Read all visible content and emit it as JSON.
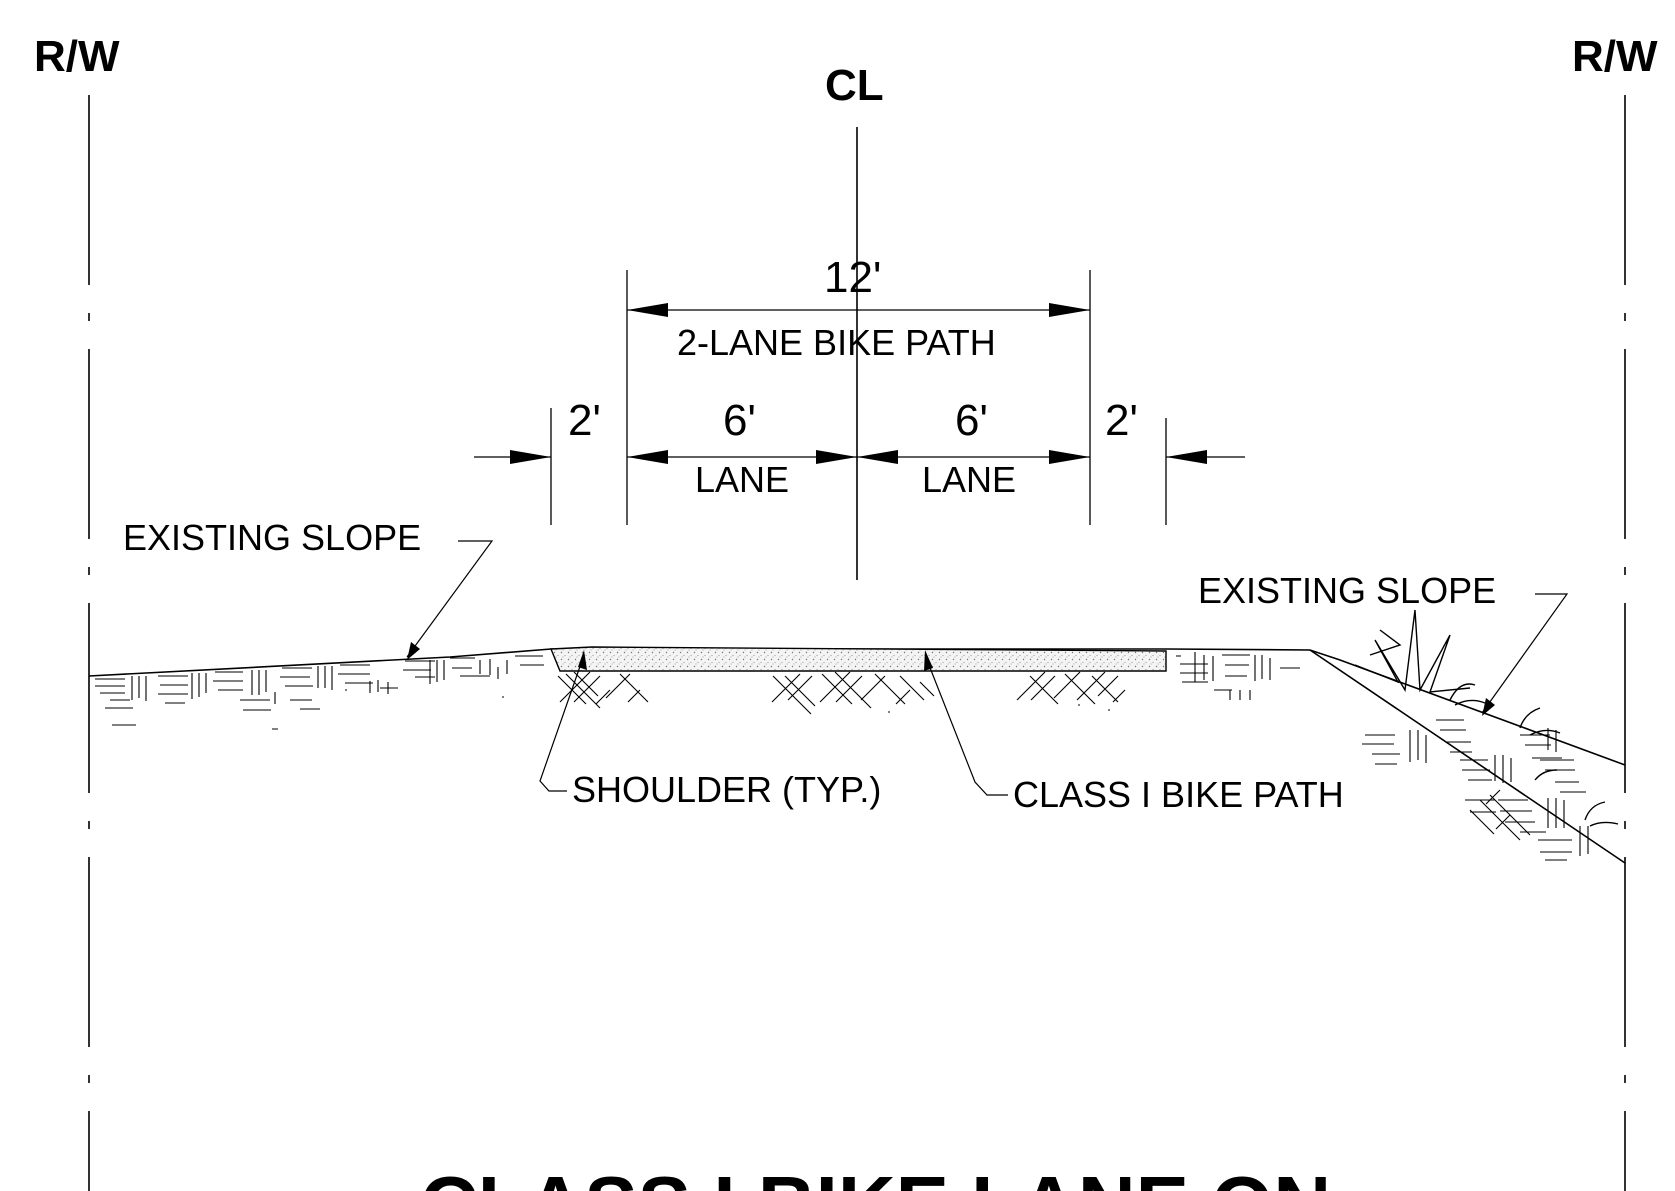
{
  "labels": {
    "rw_left": "R/W",
    "rw_right": "R/W",
    "centerline": "CL"
  },
  "dimensions": {
    "total": "12'",
    "total_caption": "2-LANE BIKE PATH",
    "shoulder_left": "2'",
    "lane_left": "6'",
    "lane_left_caption": "LANE",
    "lane_right": "6'",
    "lane_right_caption": "LANE",
    "shoulder_right": "2'"
  },
  "callouts": {
    "slope_left": "EXISTING SLOPE",
    "slope_right": "EXISTING SLOPE",
    "shoulder": "SHOULDER (TYP.)",
    "bike_path": "CLASS I BIKE PATH"
  },
  "title": "CLASS I BIKE LANE ON"
}
